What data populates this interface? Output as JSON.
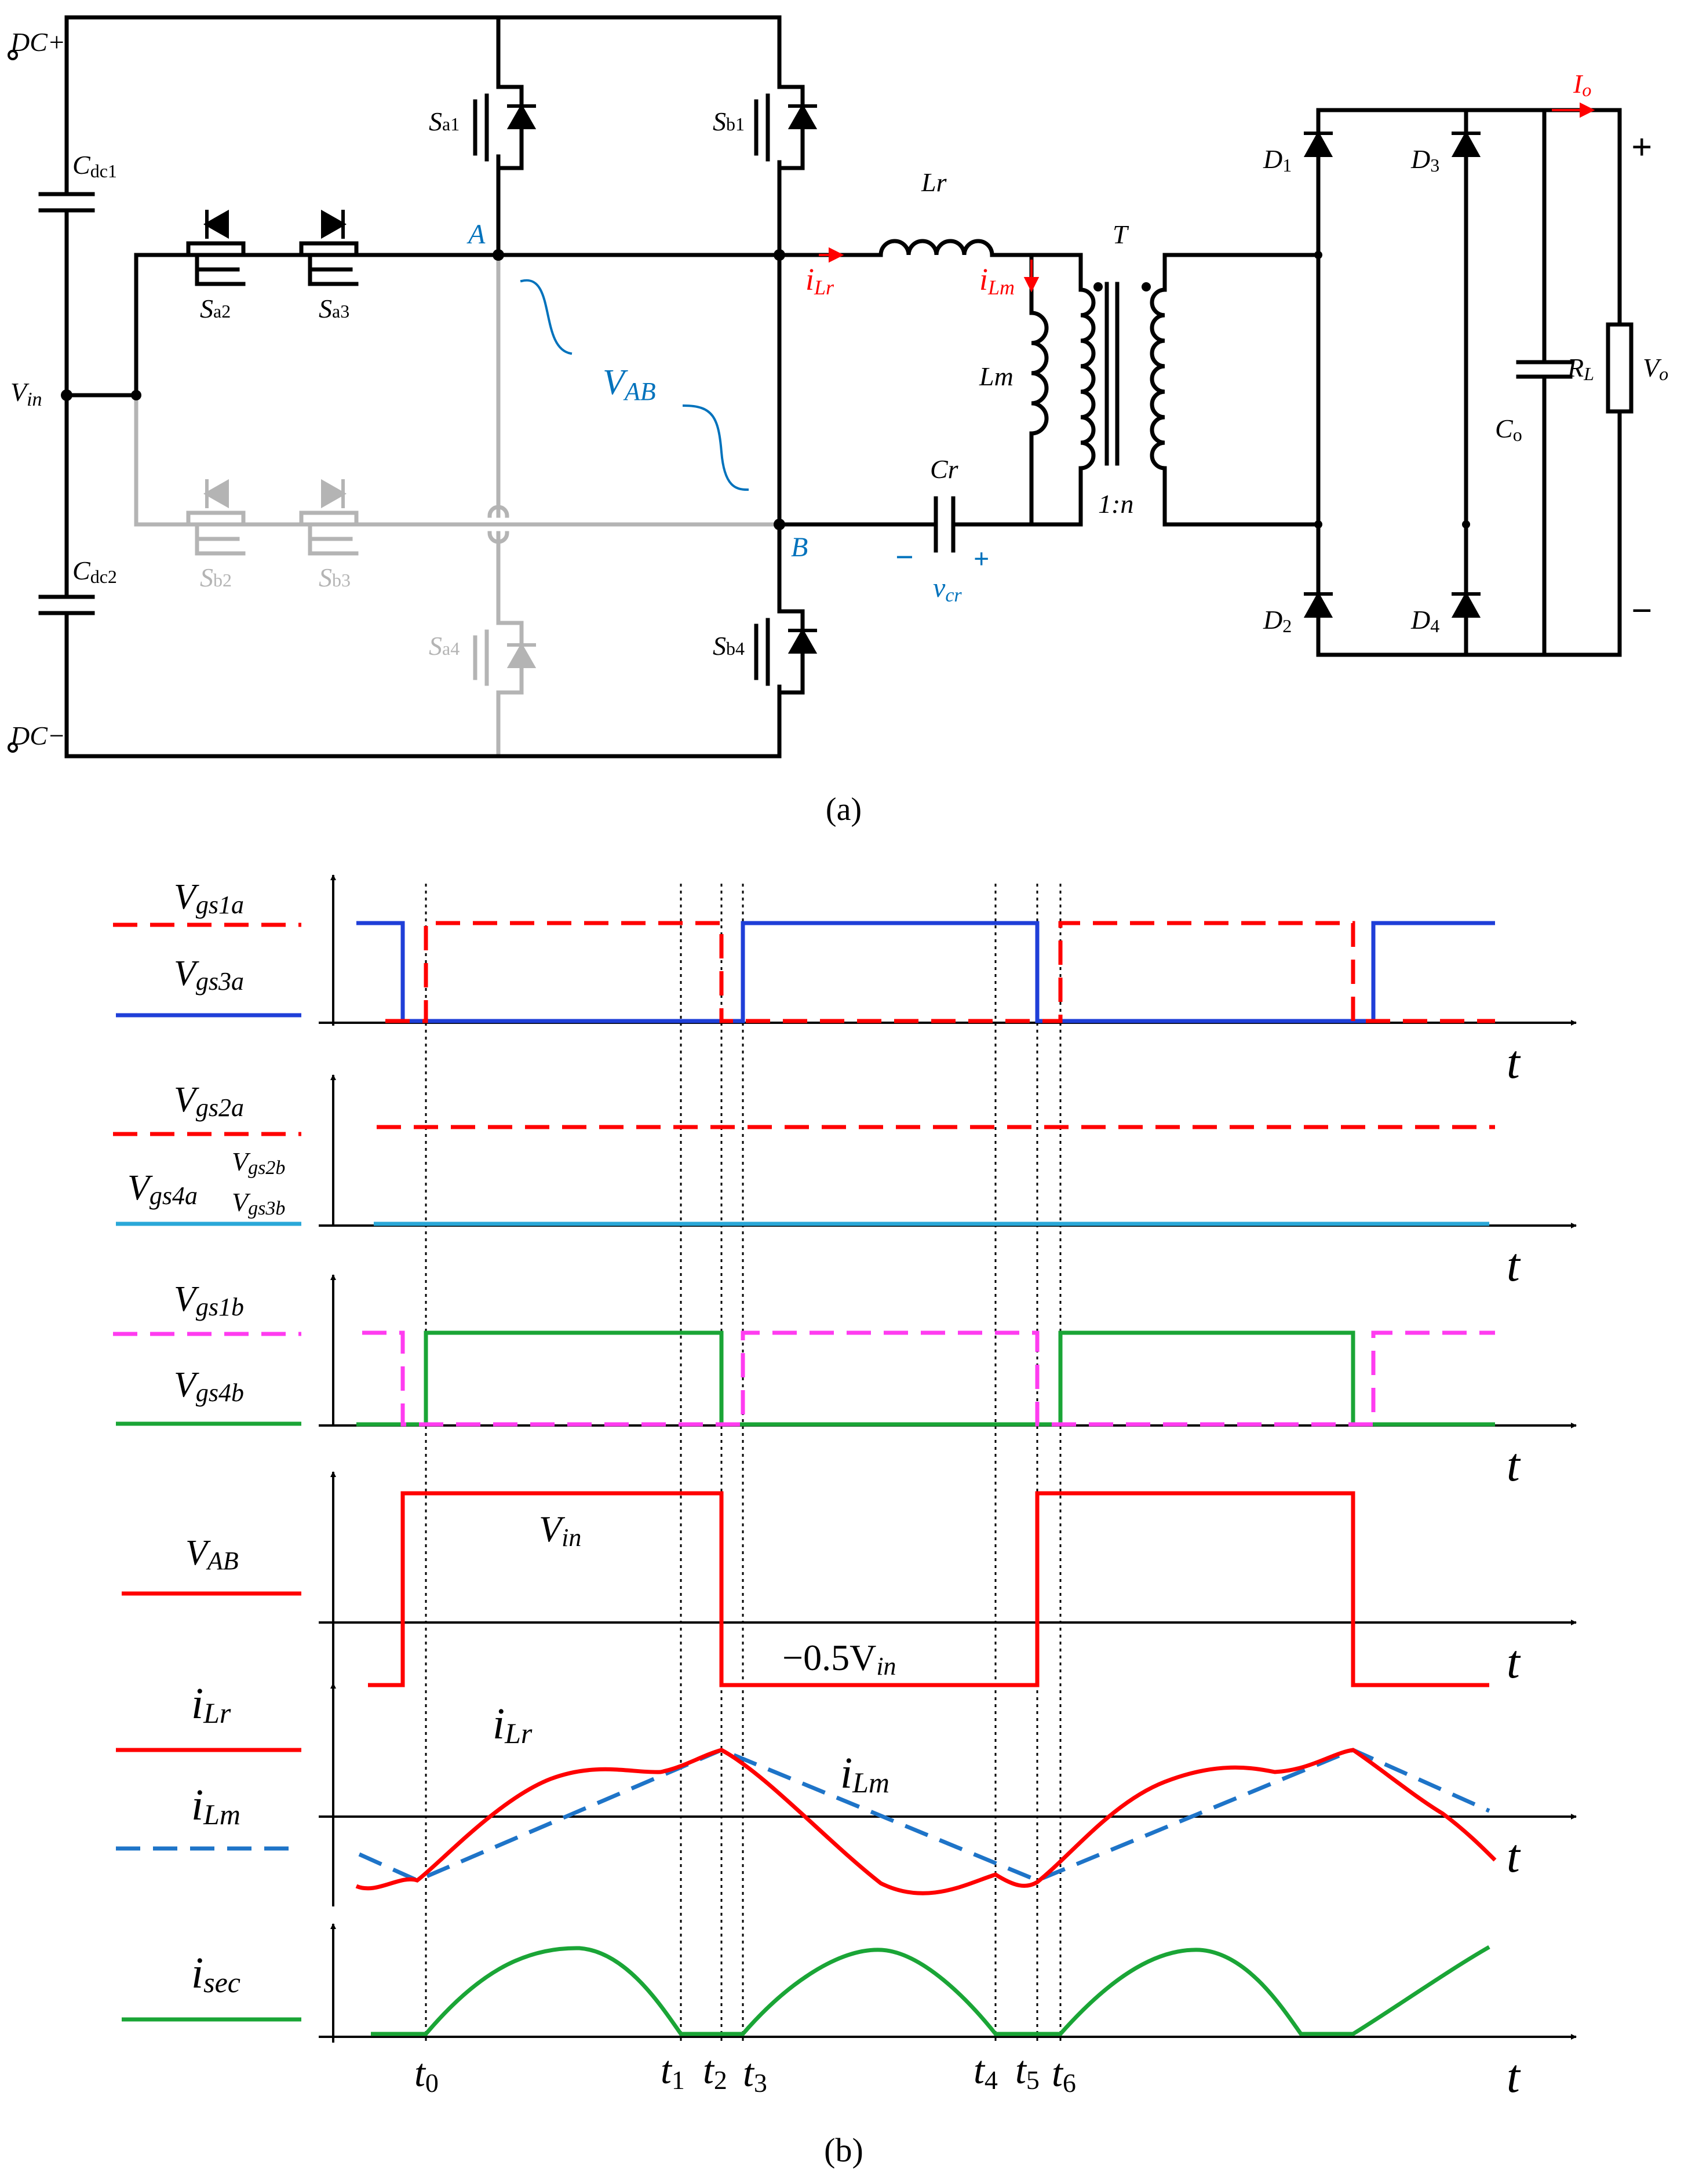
{
  "colors": {
    "black": "#000000",
    "gray": "#b4b4b4",
    "blue": "#0072bc",
    "red": "#ff0000",
    "trace_blue": "#1f3fd8",
    "dash_blue": "#1e74c8",
    "cyan": "#2aa8d8",
    "green": "#1aa536",
    "magenta": "#ff3cf0"
  },
  "circuit": {
    "caption": "(a)",
    "dc_plus": "DC+",
    "dc_minus": "DC−",
    "vin": "V",
    "vin_sub": "in",
    "cdc1": "C",
    "cdc1_sub": "dc1",
    "cdc2": "C",
    "cdc2_sub": "dc2",
    "sa1": "S",
    "sa1_sub": "a1",
    "sa2": "S",
    "sa2_sub": "a2",
    "sa3": "S",
    "sa3_sub": "a3",
    "sa4": "S",
    "sa4_sub": "a4",
    "sb1": "S",
    "sb1_sub": "b1",
    "sb2": "S",
    "sb2_sub": "b2",
    "sb3": "S",
    "sb3_sub": "b3",
    "sb4": "S",
    "sb4_sub": "b4",
    "node_a": "A",
    "node_b": "B",
    "vab": "V",
    "vab_sub": "AB",
    "lr": "Lr",
    "ilr": "i",
    "ilr_sub": "Lr",
    "ilm": "i",
    "ilm_sub": "Lm",
    "lm": "Lm",
    "cr": "Cr",
    "vcr": "v",
    "vcr_sub": "cr",
    "vcr_minus": "−",
    "vcr_plus": "+",
    "transformer": "T",
    "ratio": "1:n",
    "d1": "D",
    "d1_sub": "1",
    "d2": "D",
    "d2_sub": "2",
    "d3": "D",
    "d3_sub": "3",
    "d4": "D",
    "d4_sub": "4",
    "co": "C",
    "co_sub": "o",
    "rl": "R",
    "rl_sub": "L",
    "vo": "V",
    "vo_sub": "o",
    "io": "I",
    "io_sub": "o",
    "plus": "+",
    "minus": "−"
  },
  "waveforms": {
    "caption": "(b)",
    "t_axis": "t",
    "legend": {
      "vgs1a": "V",
      "vgs1a_sub": "gs1a",
      "vgs3a": "V",
      "vgs3a_sub": "gs3a",
      "vgs2a": "V",
      "vgs2a_sub": "gs2a",
      "vgs4a": "V",
      "vgs4a_sub": "gs4a",
      "vgs2b": "V",
      "vgs2b_sub": "gs2b",
      "vgs3b": "V",
      "vgs3b_sub": "gs3b",
      "vgs1b": "V",
      "vgs1b_sub": "gs1b",
      "vgs4b": "V",
      "vgs4b_sub": "gs4b",
      "vab": "V",
      "vab_sub": "AB",
      "ilr": "i",
      "ilr_sub": "Lr",
      "ilm": "i",
      "ilm_sub": "Lm",
      "isec": "i",
      "isec_sub": "sec"
    },
    "vab_high": "V",
    "vab_high_sub": "in",
    "vab_low": "−0.5V",
    "vab_low_sub": "in",
    "ilr_inline": "i",
    "ilr_inline_sub": "Lr",
    "ilm_inline": "i",
    "ilm_inline_sub": "Lm",
    "time_marks": [
      {
        "t": "t",
        "sub": "0"
      },
      {
        "t": "t",
        "sub": "1"
      },
      {
        "t": "t",
        "sub": "2"
      },
      {
        "t": "t",
        "sub": "3"
      },
      {
        "t": "t",
        "sub": "4"
      },
      {
        "t": "t",
        "sub": "5"
      },
      {
        "t": "t",
        "sub": "6"
      }
    ]
  }
}
